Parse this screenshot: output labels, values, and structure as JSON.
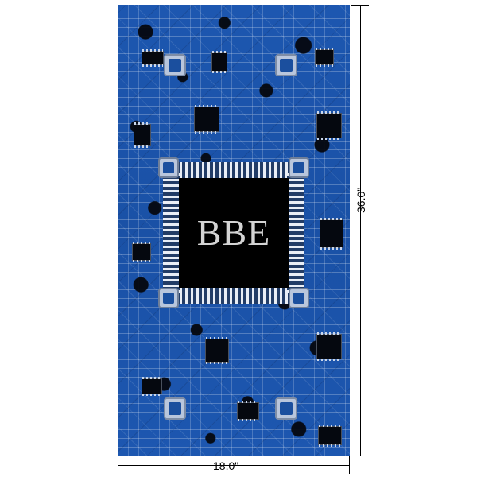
{
  "product": {
    "pattern_name": "circuit-board",
    "background_color": "#1c56ae",
    "trace_color": "#ffffff",
    "component_color": "#05080f",
    "monogram": "BBE",
    "monogram_color": "#d4d4d4",
    "chip_body_color": "#000000"
  },
  "dimensions": {
    "width_label": "18.0\"",
    "height_label": "36.0\"",
    "units": "inches"
  },
  "canvas": {
    "background": "#ffffff"
  }
}
